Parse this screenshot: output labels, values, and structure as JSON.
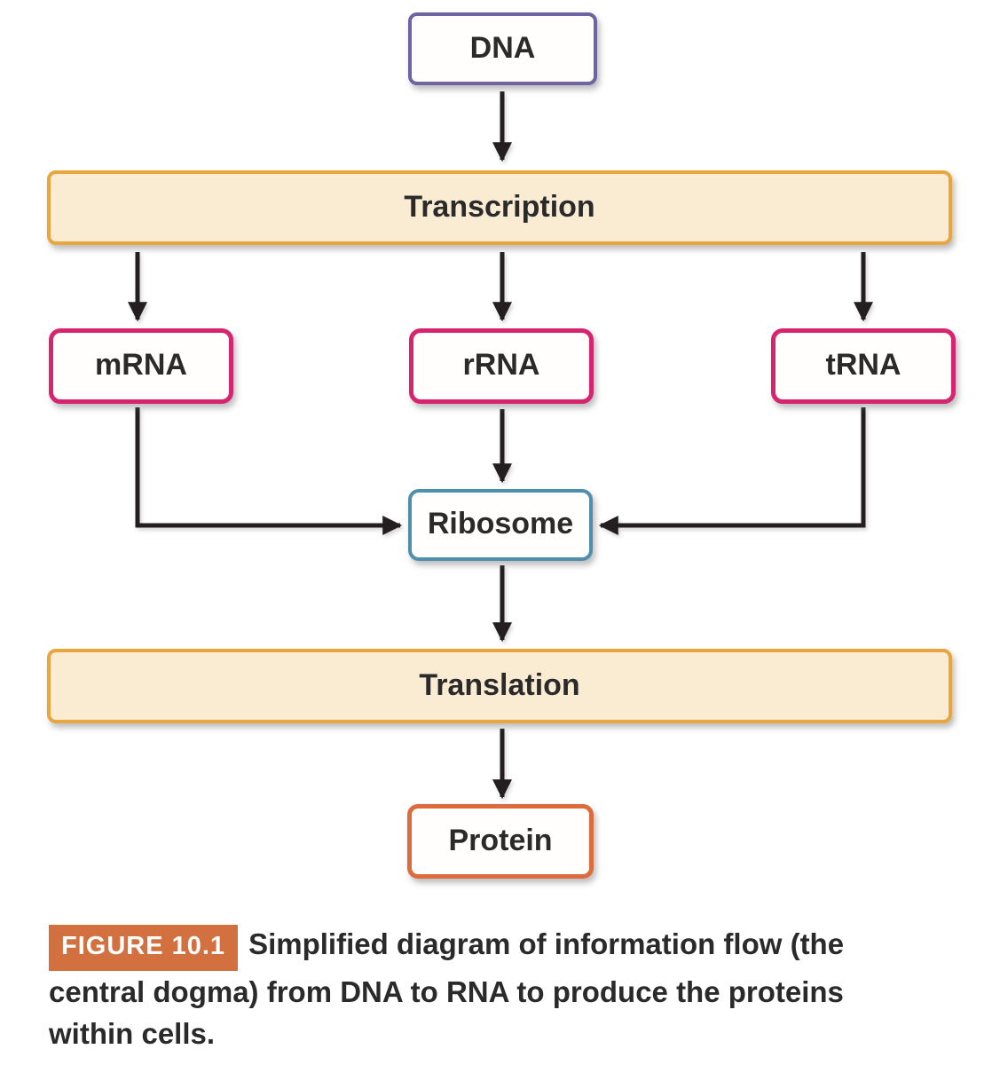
{
  "figure": {
    "badge": "FIGURE 10.1",
    "caption": "Simplified diagram of information flow (the central dogma) from DNA to RNA to produce the proteins within cells."
  },
  "diagram": {
    "title_implicit": "Central dogma information flow",
    "nodes": {
      "dna": {
        "label": "DNA"
      },
      "transcription": {
        "label": "Transcription"
      },
      "mrna": {
        "label": "mRNA"
      },
      "rrna": {
        "label": "rRNA"
      },
      "trna": {
        "label": "tRNA"
      },
      "ribosome": {
        "label": "Ribosome"
      },
      "translation": {
        "label": "Translation"
      },
      "protein": {
        "label": "Protein"
      }
    },
    "edges": [
      "DNA -> Transcription",
      "Transcription -> mRNA",
      "Transcription -> rRNA",
      "Transcription -> tRNA",
      "mRNA -> Ribosome",
      "rRNA -> Ribosome",
      "tRNA -> Ribosome",
      "Ribosome -> Translation",
      "Translation -> Protein"
    ]
  },
  "colors": {
    "dna-border": "#6e64a4",
    "process-border": "#e9a63e",
    "process-fill": "#faecd2",
    "rna-border": "#d6246f",
    "ribosome-border": "#4e8fae",
    "protein-border": "#dd6b3b",
    "node-fill": "#fffefc",
    "arrow": "#231f20",
    "badge-bg": "#d2703f",
    "badge-text": "#ffffff",
    "text": "#2b2a2a"
  }
}
